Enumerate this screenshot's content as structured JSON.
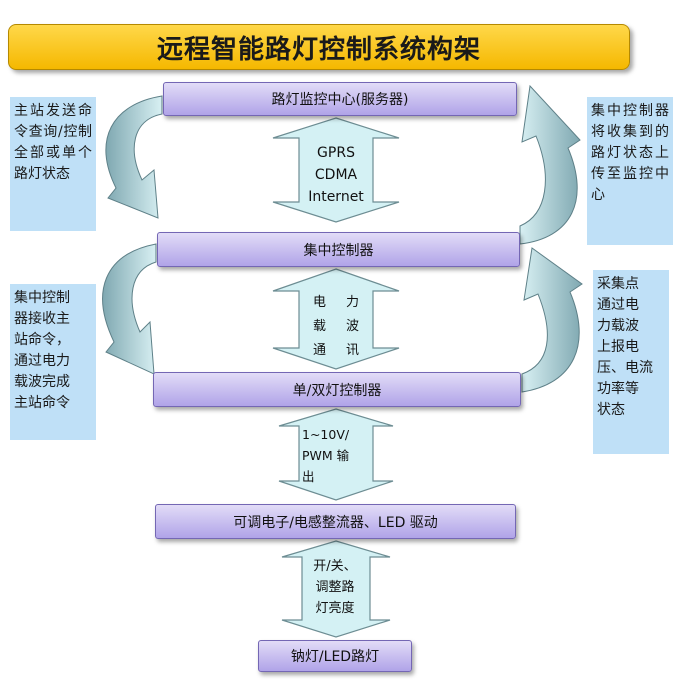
{
  "title": "远程智能路灯控制系统构架",
  "nodes": {
    "server": "路灯监控中心(服务器)",
    "concentrator": "集中控制器",
    "single_dual": "单/双灯控制器",
    "driver": "可调电子/电感整流器、LED 驱动",
    "lamp": "钠灯/LED路灯"
  },
  "links": {
    "server_concentrator": [
      "GPRS",
      "CDMA",
      "Internet"
    ],
    "concentrator_single": [
      "电　力",
      "载　波",
      "通　讯"
    ],
    "single_driver": [
      "1~10V/",
      "PWM 输",
      "出"
    ],
    "driver_lamp": [
      "开/关、",
      "调整路",
      "灯亮度"
    ]
  },
  "notes": {
    "left_top": "主站发送命令查询/控制全部或单个路灯状态",
    "right_top": "集中控制器将收集到的路灯状态上传至监控中心",
    "left_bottom": [
      "集中控制",
      "器接收主",
      "站命令，",
      "通过电力",
      "载波完成",
      "主站命令"
    ],
    "right_bottom": [
      "采集点",
      "通过电",
      "力载波",
      "上报电",
      "压、电流",
      "功率等",
      "状态"
    ]
  },
  "colors": {
    "title_fill": "#ffcc00",
    "node_fill": "#b0a3e8",
    "arrow_fill": "#d4f1f4",
    "curve_fill": "#add5dd",
    "note_fill": "#bfe0f7"
  }
}
